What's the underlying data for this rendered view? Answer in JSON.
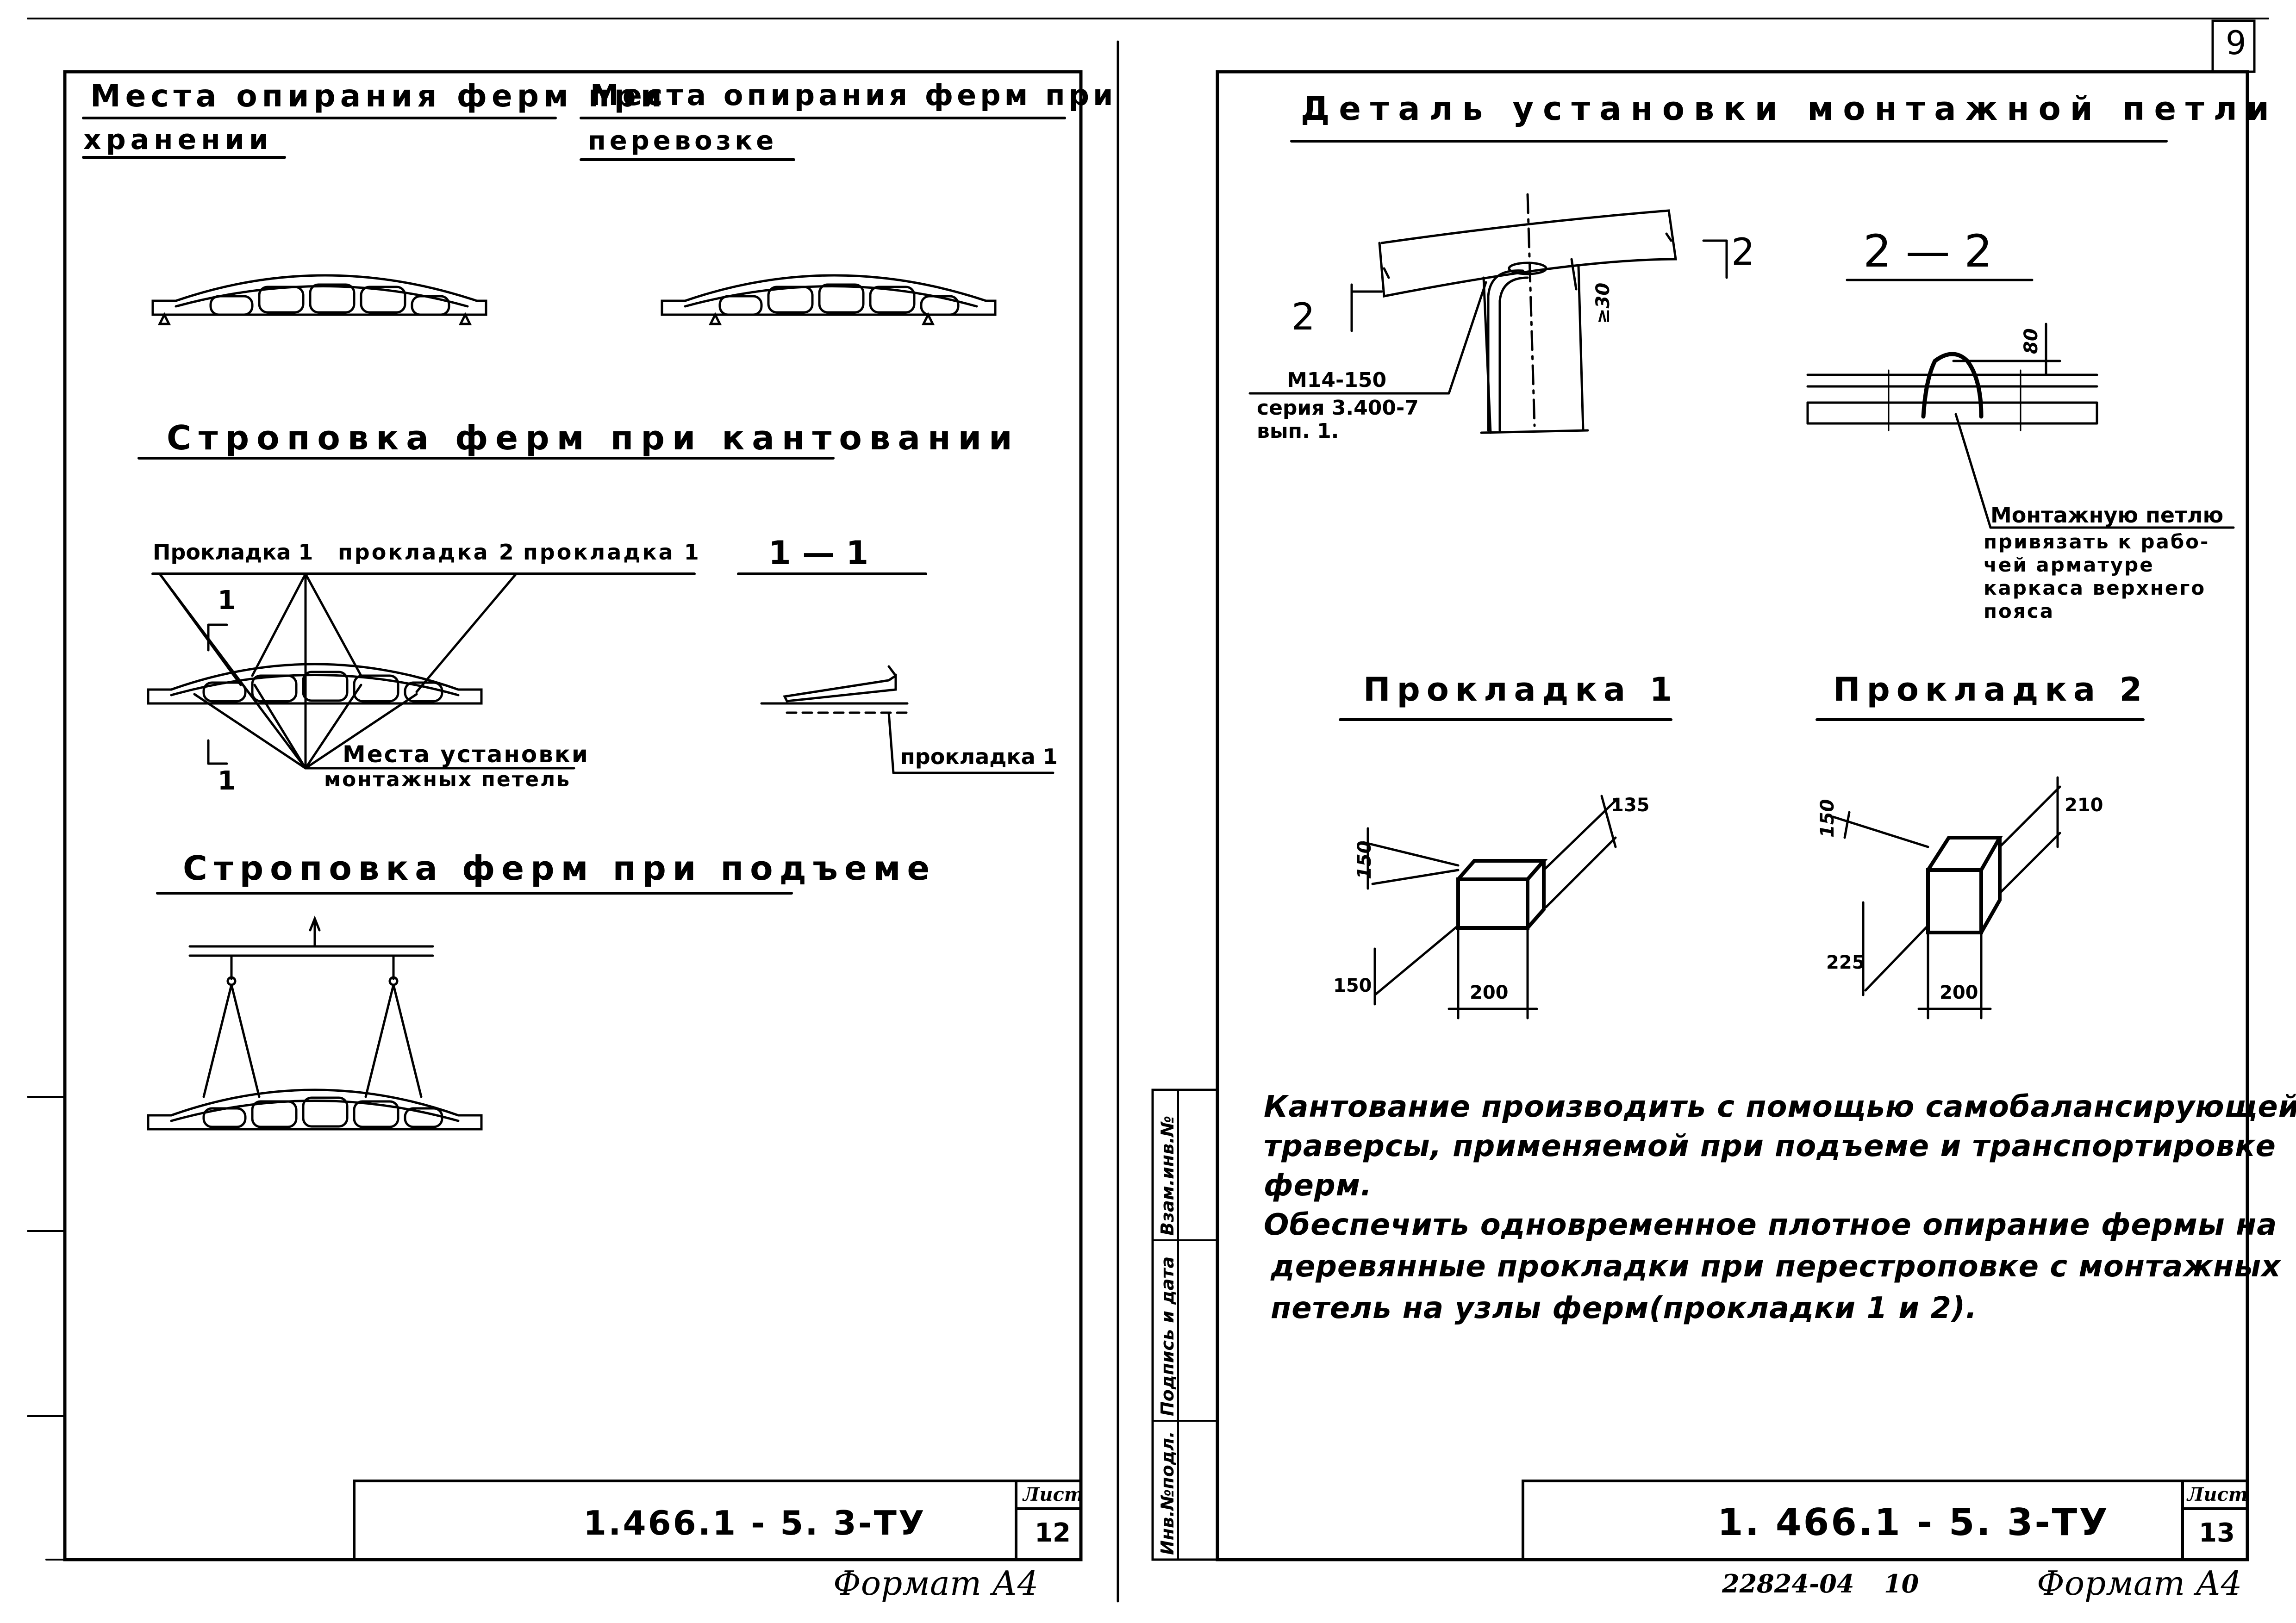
{
  "sheet_number": "9",
  "left_page": {
    "storage_title_1": "Места опирания ферм при",
    "storage_title_2": "хранении",
    "transport_title_1": "Места опирания ферм при",
    "transport_title_2": "перевозке",
    "tilting_title": "Строповка ферм при кантовании",
    "pad_label_a": "Прокладка 1",
    "pad_label_b": "прокладка 2",
    "pad_label_c": "прокладка 1",
    "section_1_label": "1 — 1",
    "section_mark_top": "1",
    "section_mark_bottom": "1",
    "loop_places_1": "Места установки",
    "loop_places_2": "монтажных петель",
    "section_pad_label": "прокладка 1",
    "lifting_title": "Строповка ферм при подъеме",
    "stamp_code": "1.466.1 - 5. 3-ТУ",
    "stamp_sheet_label": "Лист",
    "stamp_sheet_number": "12",
    "format": "Формат А4"
  },
  "right_page": {
    "loop_detail_title": "Деталь установки монтажной петли",
    "section_mark_left": "2",
    "section_mark_right": "2",
    "section_2_label": "2 — 2",
    "dim_30": "≥30",
    "dim_80": "80",
    "loop_spec_1": "М14-150",
    "loop_spec_2": "серия 3.400-7",
    "loop_spec_3": "вып. 1.",
    "loop_note_1": "Монтажную петлю",
    "loop_note_2": "привязать к рабо-",
    "loop_note_3": "чей арматуре",
    "loop_note_4": "каркаса верхнего",
    "loop_note_5": "пояса",
    "pad1_title": "Прокладка 1",
    "pad2_title": "Прокладка 2",
    "pad1_dims": {
      "a": "150",
      "b": "135",
      "c": "150",
      "d": "200"
    },
    "pad2_dims": {
      "a": "150",
      "b": "210",
      "c": "225",
      "d": "200"
    },
    "note_line_1": "Кантование производить с помощью самобалансирующейся",
    "note_line_2": "траверсы, применяемой при подъеме и транспортировке",
    "note_line_3": "ферм.",
    "note_line_4": "Обеспечить одновременное плотное опирание фермы на",
    "note_line_5": "деревянные прокладки при перестроповке с монтажных",
    "note_line_6": "петель на узлы ферм(прокладки 1 и 2).",
    "side_stamp_1": "Инв.№подл.",
    "side_stamp_2": "Подпись и дата",
    "side_stamp_3": "Взам.инв.№",
    "stamp_code": "1. 466.1 - 5. 3-ТУ",
    "stamp_sheet_label": "Лист",
    "stamp_sheet_number": "13",
    "archive_number": "22824-04",
    "archive_page": "10",
    "format": "Формат А4"
  }
}
